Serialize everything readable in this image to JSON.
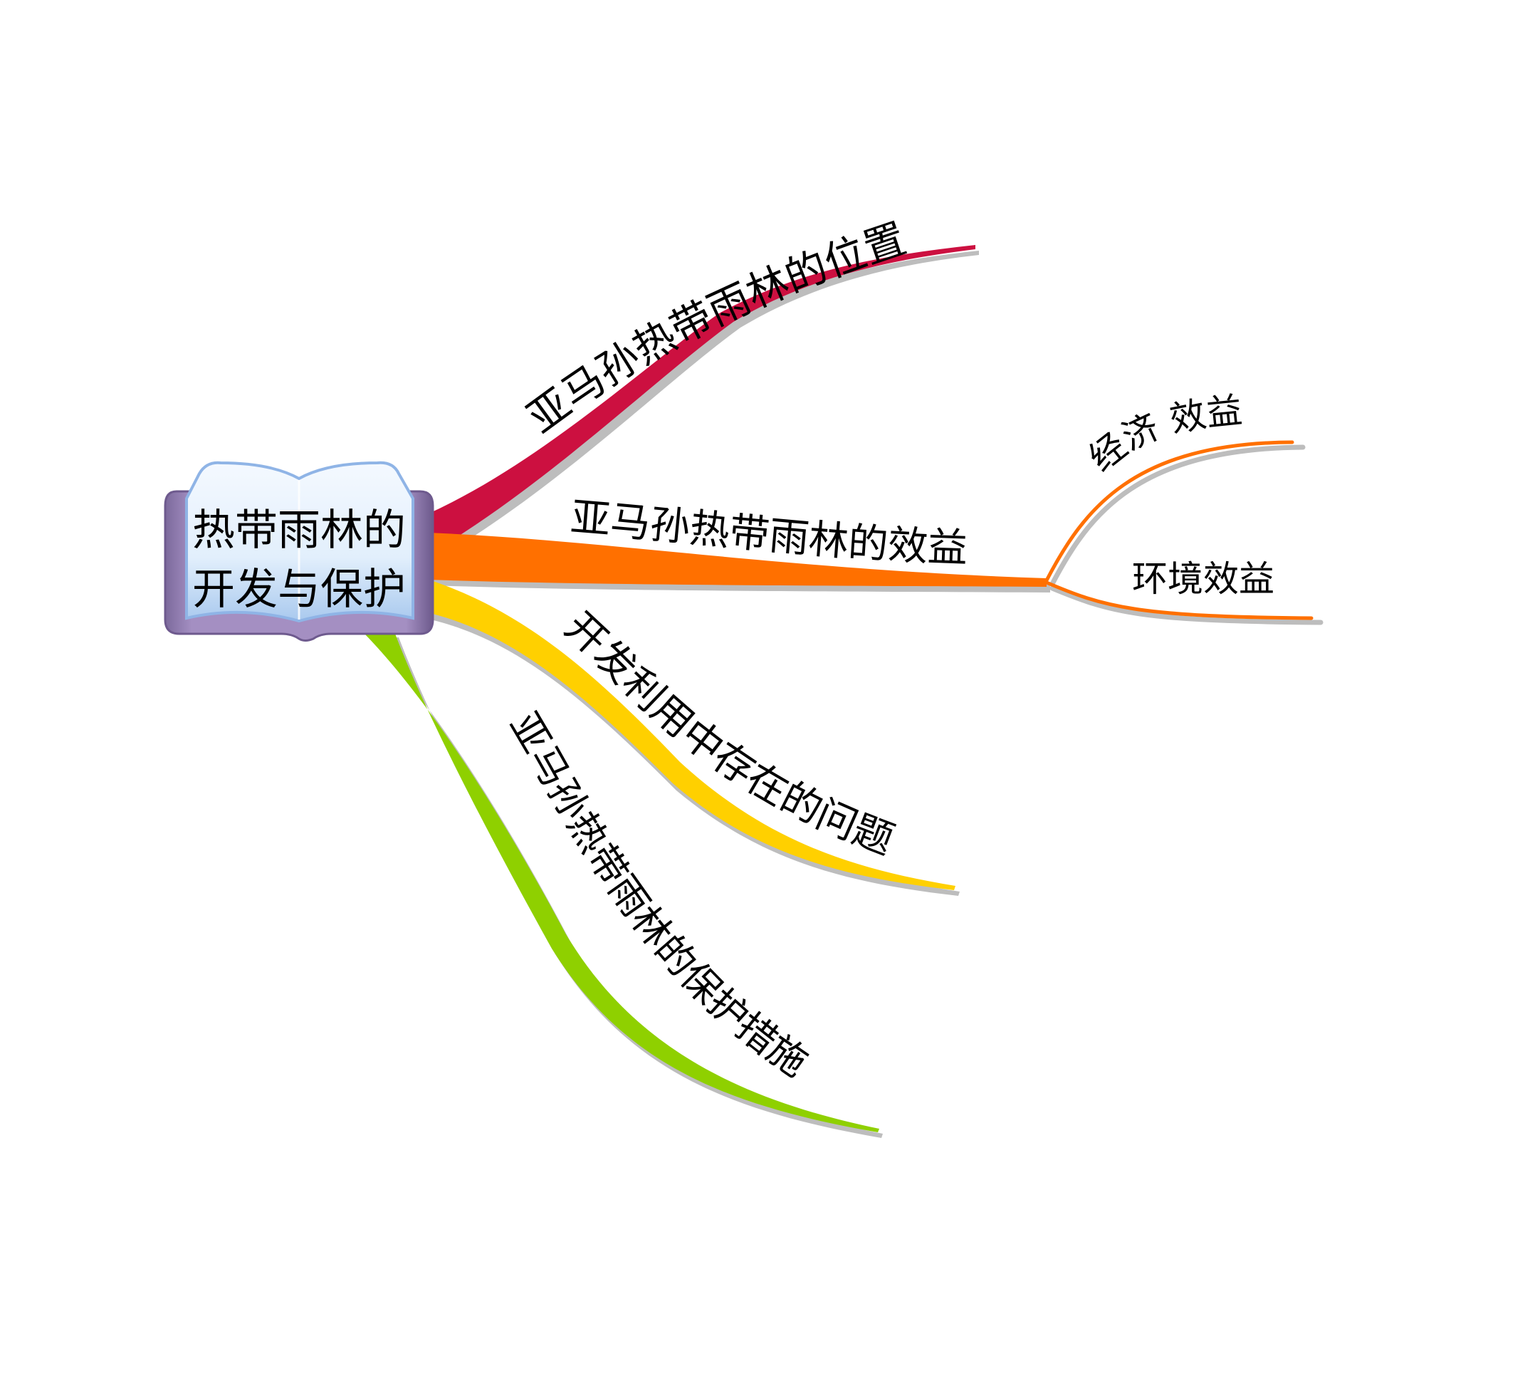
{
  "diagram": {
    "type": "mind-map",
    "central_topic": {
      "line1": "热带雨林的",
      "line2": "开发与保护",
      "shape": "open-book",
      "colors": {
        "cover": "#9b84b8",
        "cover_edge": "#6e5a8e",
        "page": "#dcecfb",
        "page_edge": "#8fb4e6"
      }
    },
    "branches": [
      {
        "id": "location",
        "label": "亚马孙热带雨林的位置",
        "color": "#cc1040",
        "children": []
      },
      {
        "id": "benefits",
        "label": "亚马孙热带雨林的效益",
        "color": "#ff7000",
        "children": [
          {
            "id": "economic",
            "label": "经济 效益",
            "color": "#ff7000"
          },
          {
            "id": "environmental",
            "label": "环境效益",
            "color": "#ff7000"
          }
        ]
      },
      {
        "id": "problems",
        "label": "开发利用中存在的问题",
        "color": "#ffd000",
        "children": []
      },
      {
        "id": "protection",
        "label": "亚马孙热带雨林的保护措施",
        "color": "#8fd000",
        "children": []
      }
    ],
    "shadow_color": "#bdbdbd"
  }
}
